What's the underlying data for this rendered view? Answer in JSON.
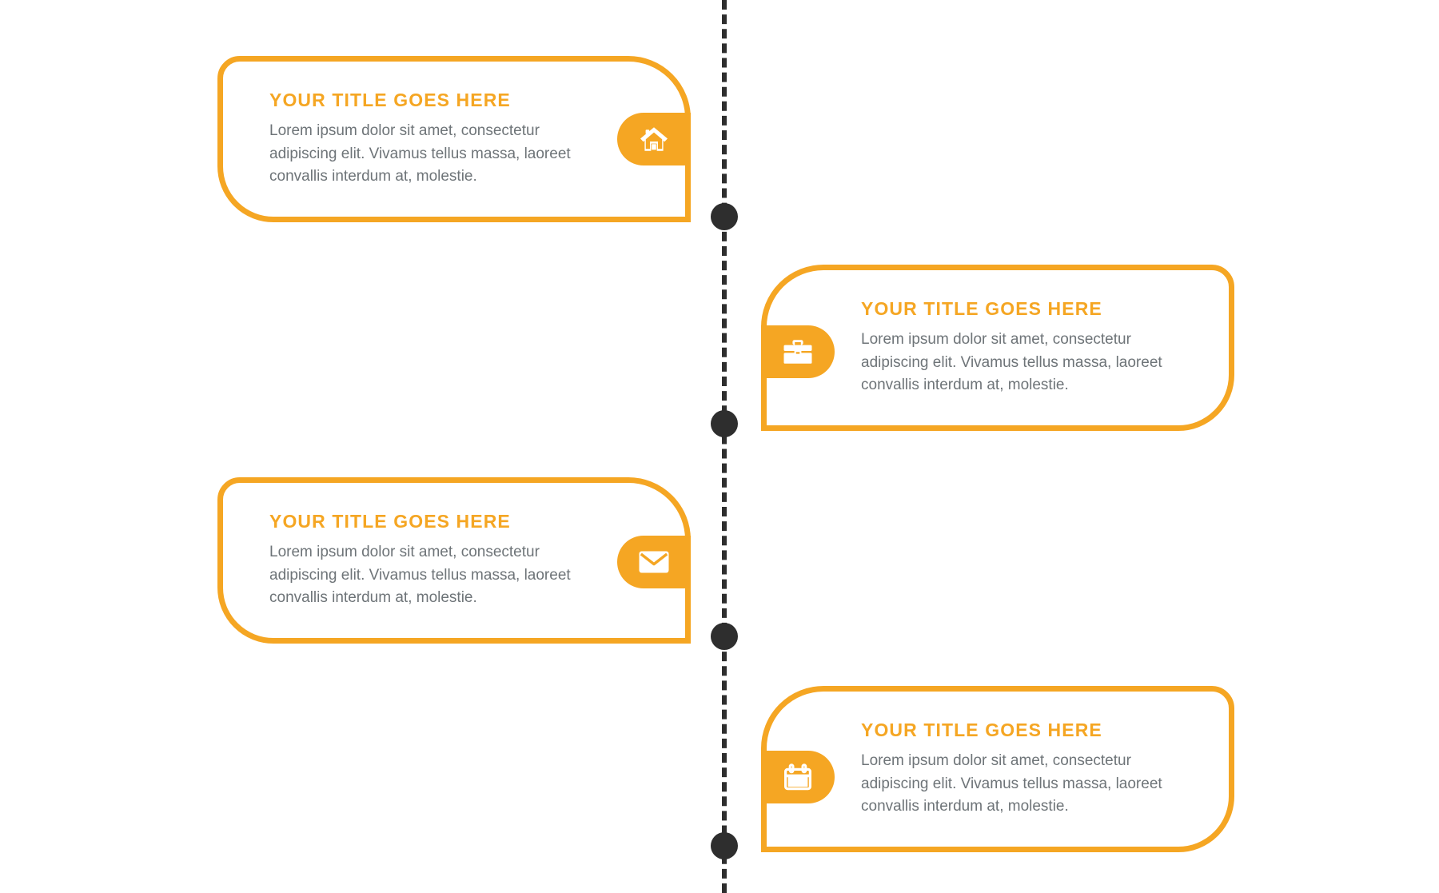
{
  "theme": {
    "accent": "#F5A623",
    "title_color": "#F5A623",
    "body_text_color": "#6e7478",
    "timeline_color": "#2e2e2e",
    "card_background": "#ffffff",
    "page_background": "#ffffff"
  },
  "timeline": {
    "orientation": "vertical",
    "line_style": "dashed",
    "marker_count": 4,
    "markers": [
      {
        "name": "marker-1"
      },
      {
        "name": "marker-2"
      },
      {
        "name": "marker-3"
      },
      {
        "name": "marker-4"
      }
    ]
  },
  "items": [
    {
      "id": "item-1",
      "side": "left",
      "icon": "home-icon",
      "title": "YOUR TITLE GOES HERE",
      "text": "Lorem ipsum dolor sit amet, consectetur adipiscing elit. Vivamus tellus massa, laoreet convallis interdum at, molestie."
    },
    {
      "id": "item-2",
      "side": "right",
      "icon": "briefcase-icon",
      "title": "YOUR TITLE GOES HERE",
      "text": "Lorem ipsum dolor sit amet, consectetur adipiscing elit. Vivamus tellus massa, laoreet convallis interdum at, molestie."
    },
    {
      "id": "item-3",
      "side": "left",
      "icon": "envelope-icon",
      "title": "YOUR TITLE GOES HERE",
      "text": "Lorem ipsum dolor sit amet, consectetur adipiscing elit. Vivamus tellus massa, laoreet convallis interdum at, molestie."
    },
    {
      "id": "item-4",
      "side": "right",
      "icon": "calendar-icon",
      "title": "YOUR TITLE GOES HERE",
      "text": "Lorem ipsum dolor sit amet, consectetur adipiscing elit. Vivamus tellus massa, laoreet convallis interdum at, molestie."
    }
  ]
}
